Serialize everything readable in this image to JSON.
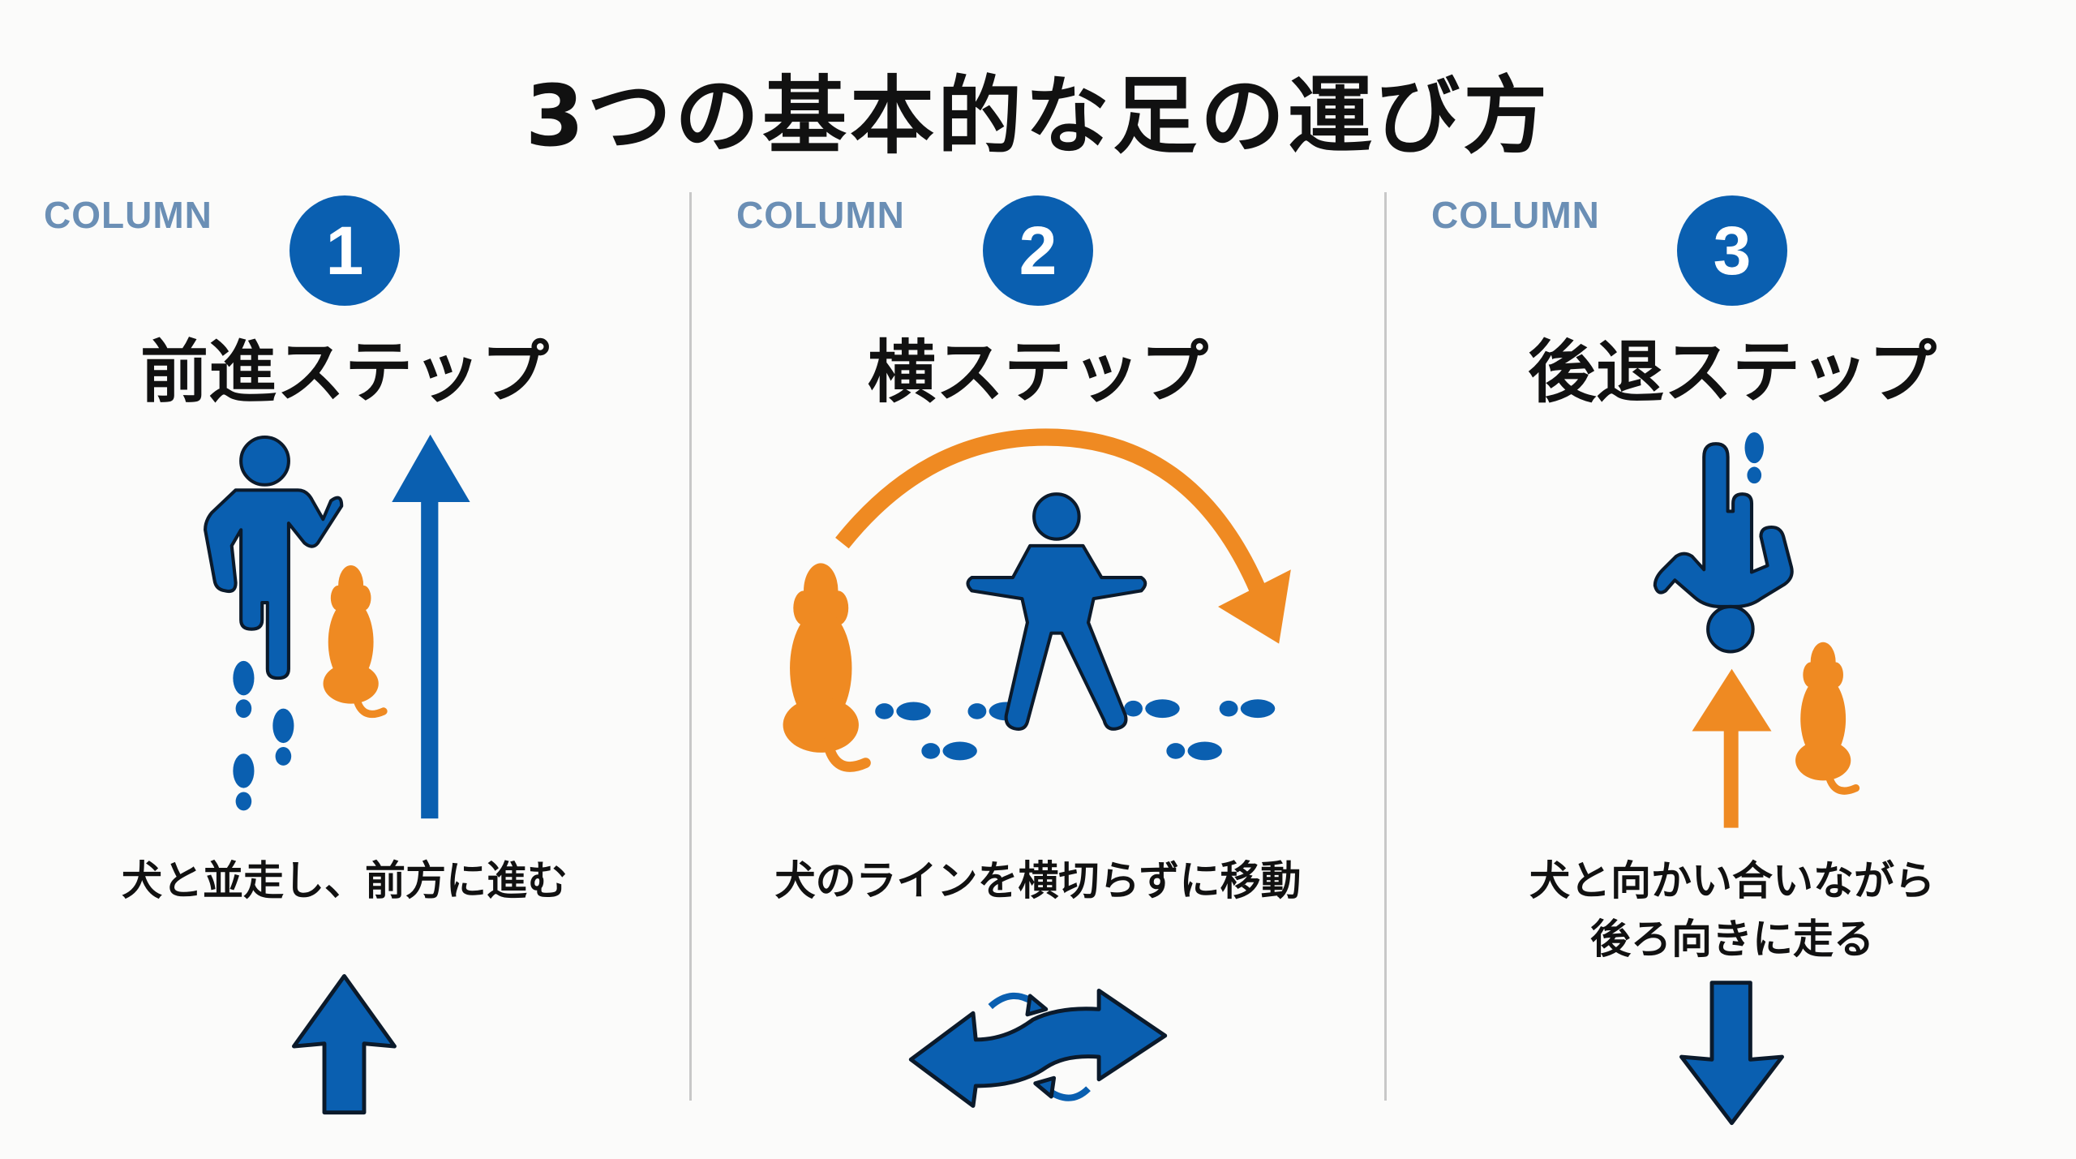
{
  "title": "3つの基本的な足の運び方",
  "colors": {
    "blue": "#0a5fb0",
    "orange": "#ef8a22",
    "label": "#6b8fb5",
    "outline": "#0b1a2b"
  },
  "columns": [
    {
      "label": "COLUMN",
      "number": "1",
      "heading": "前進ステップ",
      "description": [
        "犬と並走し、前方に進む"
      ],
      "icon": "up-arrow-icon"
    },
    {
      "label": "COLUMN",
      "number": "2",
      "heading": "横ステップ",
      "description": [
        "犬のラインを横切らずに移動"
      ],
      "icon": "side-swap-arrow-icon"
    },
    {
      "label": "COLUMN",
      "number": "3",
      "heading": "後退ステップ",
      "description": [
        "犬と向かい合いながら",
        "後ろ向きに走る"
      ],
      "icon": "down-arrow-icon"
    }
  ]
}
